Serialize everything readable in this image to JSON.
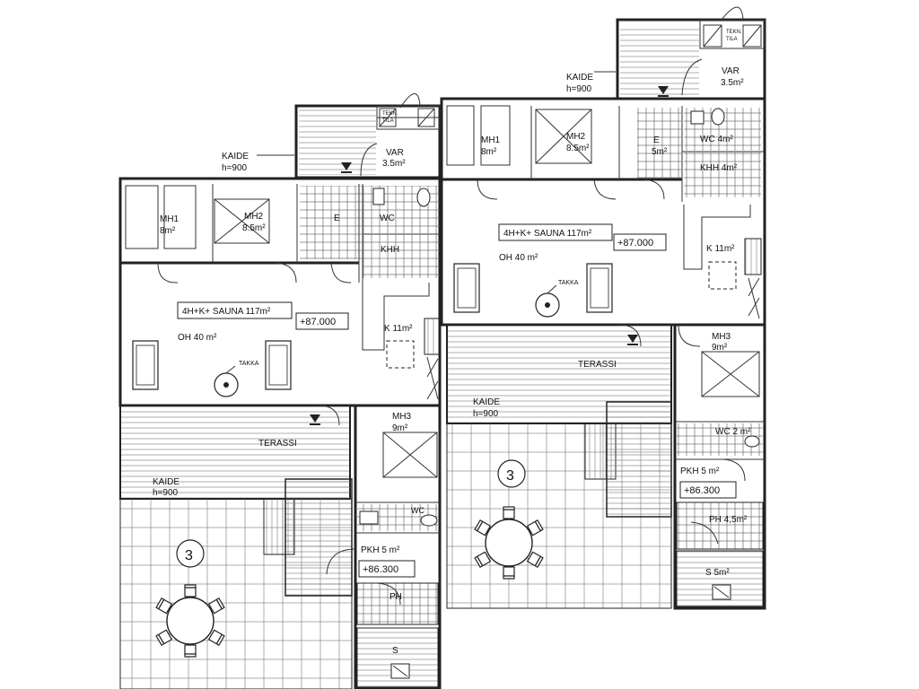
{
  "units": [
    {
      "id": "left",
      "rooms": {
        "mh1": "MH1",
        "mh1_area": "8m²",
        "mh2": "MH2",
        "mh2_area": "8.5m²",
        "e": "E",
        "wc": "WC",
        "khh": "KHH",
        "var": "VAR",
        "var_area": "3.5m²",
        "tekn": "TEKN.",
        "tila": "TILA",
        "kaide": "KAIDE",
        "kaide_h": "h=900",
        "kaide2": "KAIDE",
        "kaide2_h": "h=900",
        "apartment_type": "4H+K+ SAUNA 117m²",
        "level": "+87.000",
        "oh": "OH 40 m²",
        "k": "K 11m²",
        "takka": "TAKKA",
        "terassi": "TERASSI",
        "mh3": "MH3",
        "mh3_area": "9m²",
        "wc2": "WC",
        "pkh": "PKH 5 m²",
        "level2": "+86.300",
        "ph": "PH",
        "s": "S",
        "unit_no": "3"
      }
    },
    {
      "id": "right",
      "rooms": {
        "mh1": "MH1",
        "mh1_area": "8m²",
        "mh2": "MH2",
        "mh2_area": "8.5m²",
        "e": "E",
        "e_area": "5m²",
        "wc": "WC 4m²",
        "khh": "KHH 4m²",
        "var": "VAR",
        "var_area": "3.5m²",
        "tekn": "TEKN.",
        "tila": "TILA",
        "kaide": "KAIDE",
        "kaide_h": "h=900",
        "kaide2": "KAIDE",
        "kaide2_h": "h=900",
        "apartment_type": "4H+K+ SAUNA 117m²",
        "level": "+87.000",
        "oh": "OH 40 m²",
        "k": "K 11m²",
        "takka": "TAKKA",
        "terassi": "TERASSI",
        "mh3": "MH3",
        "mh3_area": "9m²",
        "wc2": "WC 2 m²",
        "pkh": "PKH 5 m²",
        "level2": "+86.300",
        "ph": "PH 4,5m²",
        "s": "S 5m²",
        "unit_no": "3"
      }
    }
  ]
}
